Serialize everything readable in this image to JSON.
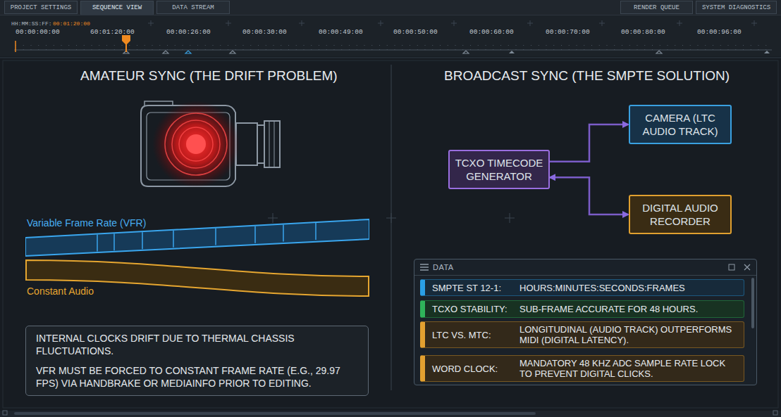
{
  "diagram": {
    "nodes": [
      {
        "text": [
          "PROJECT SETTINGS"
        ]
      },
      {
        "text": [
          "SEQUENCE VIEW"
        ]
      },
      {
        "text": [
          "DATA STREAM"
        ]
      },
      {
        "text": [
          "RENDER QUEUE"
        ]
      },
      {
        "text": [
          "SYSTEM DIAGNOSTICS"
        ]
      },
      {
        "text": [
          "Variable Frame Rate (VFR)"
        ]
      },
      {
        "text": [
          "Constant Audio"
        ]
      },
      {
        "text": [
          "INTERNAL CLOCKS DRIFT DUE TO THERMAL CHASSIS FLUCTUATIONS.",
          "VFR MUST BE FORCED TO CONSTANT FRAME RATE (E.G., 29.97 FPS) VIA HANDBRAKE OR MEDIAINFO PRIOR TO EDITING."
        ]
      },
      {
        "text": [
          "TCXO TIMECODE GENERATOR"
        ]
      },
      {
        "text": [
          "CAMERA (LTC AUDIO TRACK)"
        ]
      },
      {
        "text": [
          "DIGITAL AUDIO RECORDER"
        ]
      },
      {
        "text": [
          "DATA"
        ]
      },
      {
        "text": [
          "SMPTE ST 12-1:",
          "HOURS:MINUTES:SECONDS:FRAMES"
        ],
        "in": 11
      },
      {
        "text": [
          "TCXO STABILITY:",
          "SUB-FRAME ACCURATE FOR 48 HOURS."
        ],
        "in": 11
      },
      {
        "text": [
          "LTC VS. MTC:",
          "LONGITUDINAL (AUDIO TRACK) OUTPERFORMS MIDI  (DIGITAL LATENCY)."
        ],
        "in": 11
      },
      {
        "text": [
          "WORD CLOCK:",
          "MANDATORY 48 KHZ ADC SAMPLE RATE LOCK TO PREVENT DIGITAL CLICKS."
        ],
        "in": 11
      }
    ],
    "edges": [
      {
        "from": 8,
        "to": 9,
        "arrow": "to"
      },
      {
        "from": 8,
        "to": 10,
        "arrow": "both"
      }
    ],
    "labels": [
      "HH:MM:SS:FF:",
      "00:01:20:00",
      "00:00:00:00",
      "60:01:20:00",
      "00:00:26:00",
      "00:00:30:00",
      "00:00:49:00",
      "00:00:50:00",
      "00:00:60:00",
      "00:00:70:00",
      "00:00:80:00",
      "00:00:96:00",
      "AMATEUR SYNC (THE DRIFT PROBLEM)",
      "BROADCAST SYNC (THE SMPTE SOLUTION)"
    ]
  }
}
